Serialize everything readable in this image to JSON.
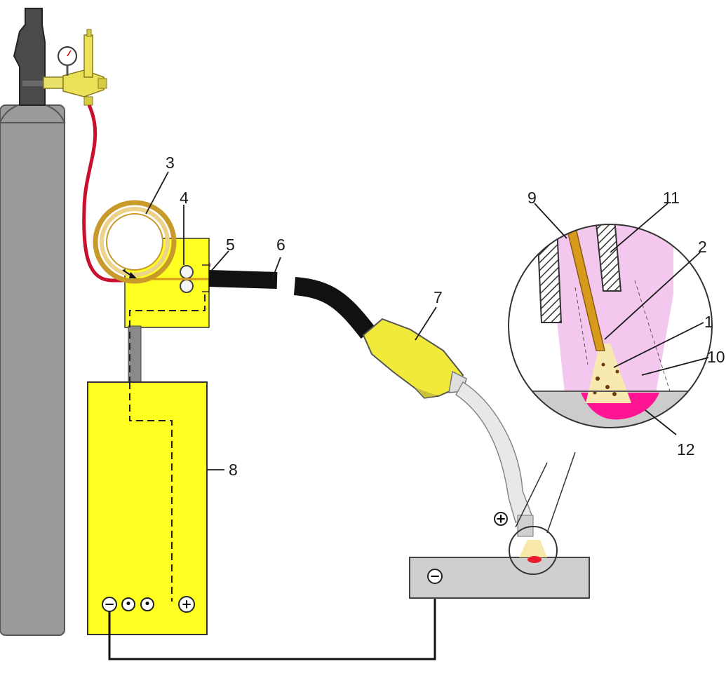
{
  "labels": {
    "1": "1",
    "2": "2",
    "3": "3",
    "4": "4",
    "5": "5",
    "6": "6",
    "7": "7",
    "8": "8",
    "9": "9",
    "10": "10",
    "11": "11",
    "12": "12"
  },
  "terminals": {
    "minus": "−",
    "plus": "+",
    "dot": "•"
  },
  "colors": {
    "cylinder": "#9a9a9a",
    "machine": "#ffff22",
    "gas_hose": "#c8102e",
    "cable": "#111111",
    "torch": "#f2ea3a",
    "plasma": "#f4c8ee",
    "weld_pool": "#ff1493",
    "workpiece": "#cfcfcf",
    "wire": "#d89a1c"
  }
}
